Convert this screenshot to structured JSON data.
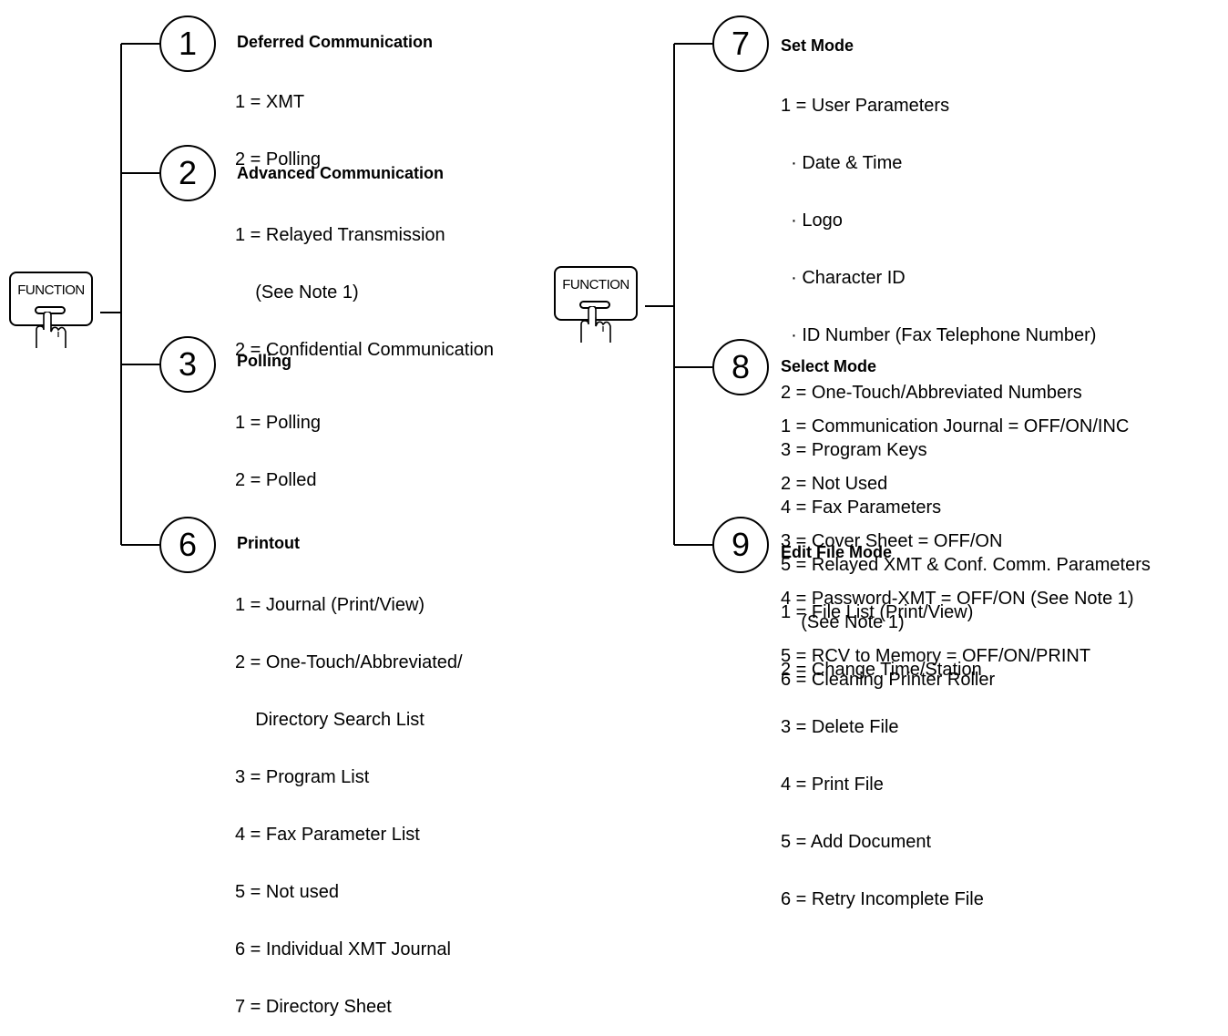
{
  "function_key_label": "FUNCTION",
  "left_menus": [
    {
      "number": "1",
      "title": "Deferred Communication",
      "items": [
        "1 = XMT",
        "2 = Polling"
      ]
    },
    {
      "number": "2",
      "title": "Advanced Communication",
      "items": [
        "1 = Relayed Transmission",
        "    (See Note 1)",
        "2 = Confidential Communication"
      ]
    },
    {
      "number": "3",
      "title": "Polling",
      "items": [
        "1 = Polling",
        "2 = Polled"
      ]
    },
    {
      "number": "6",
      "title": "Printout",
      "items": [
        "1 = Journal (Print/View)",
        "2 = One-Touch/Abbreviated/",
        "    Directory Search List",
        "3 = Program List",
        "4 = Fax Parameter List",
        "5 = Not used",
        "6 = Individual XMT Journal",
        "7 = Directory Sheet"
      ]
    }
  ],
  "right_menus": [
    {
      "number": "7",
      "title": "Set Mode",
      "items": [
        "1 = User Parameters",
        "  · Date & Time",
        "  · Logo",
        "  · Character ID",
        "  · ID Number (Fax Telephone Number)",
        "2 = One-Touch/Abbreviated Numbers",
        "3 = Program Keys",
        "4 = Fax Parameters",
        "5 = Relayed XMT & Conf. Comm. Parameters",
        "    (See Note 1)",
        "6 = Cleaning Printer Roller"
      ]
    },
    {
      "number": "8",
      "title": "Select Mode",
      "items": [
        "1 = Communication Journal = OFF/ON/INC",
        "2 = Not Used",
        "3 = Cover Sheet = OFF/ON",
        "4 = Password-XMT = OFF/ON (See Note 1)",
        "5 = RCV to Memory = OFF/ON/PRINT"
      ]
    },
    {
      "number": "9",
      "title": "Edit File Mode",
      "items": [
        "1 = File List (Print/View)",
        "2 = Change Time/Station",
        "3 = Delete File",
        "4 = Print File",
        "5 = Add Document",
        "6 = Retry Incomplete File"
      ]
    }
  ]
}
